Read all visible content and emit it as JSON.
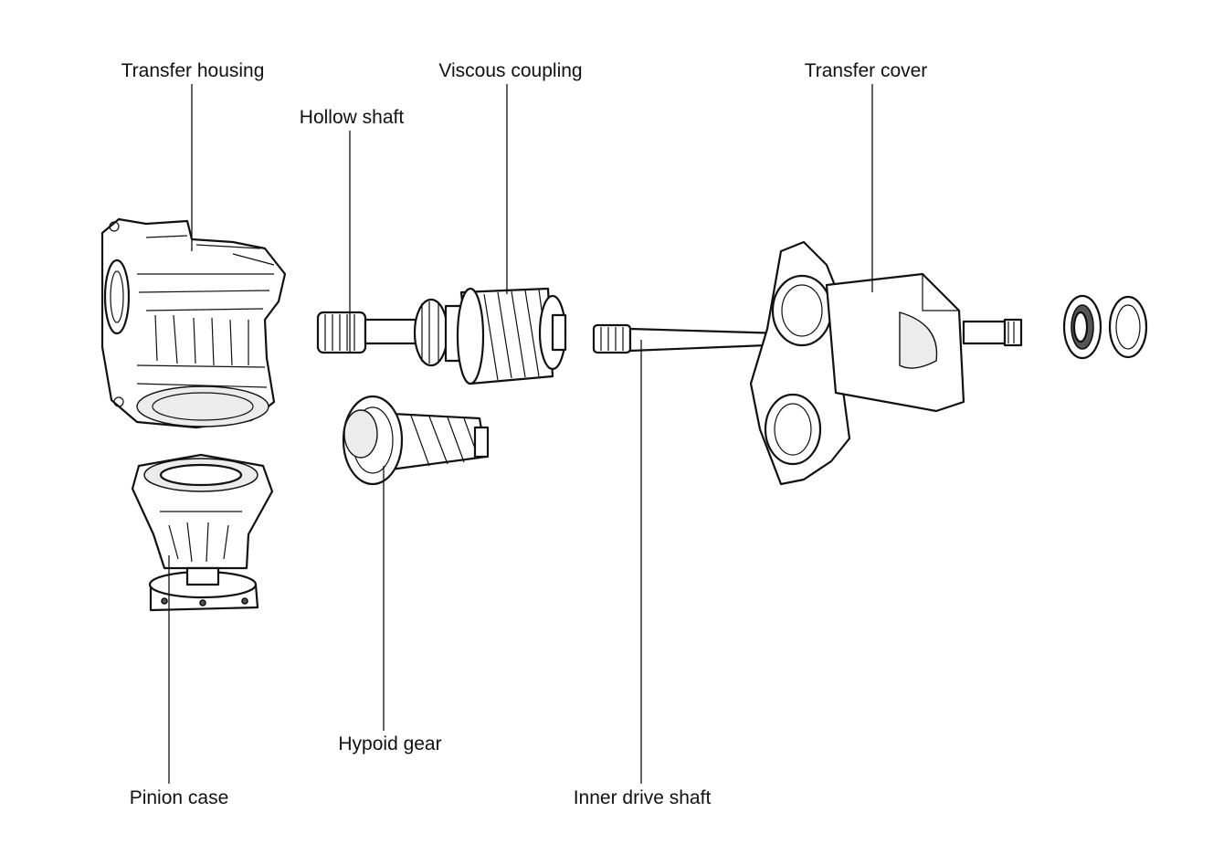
{
  "labels": {
    "transfer_housing": "Transfer housing",
    "viscous_coupling": "Viscous coupling",
    "transfer_cover": "Transfer cover",
    "hollow_shaft": "Hollow shaft",
    "hypoid_gear": "Hypoid gear",
    "pinion_case": "Pinion case",
    "inner_drive_shaft": "Inner drive shaft"
  }
}
